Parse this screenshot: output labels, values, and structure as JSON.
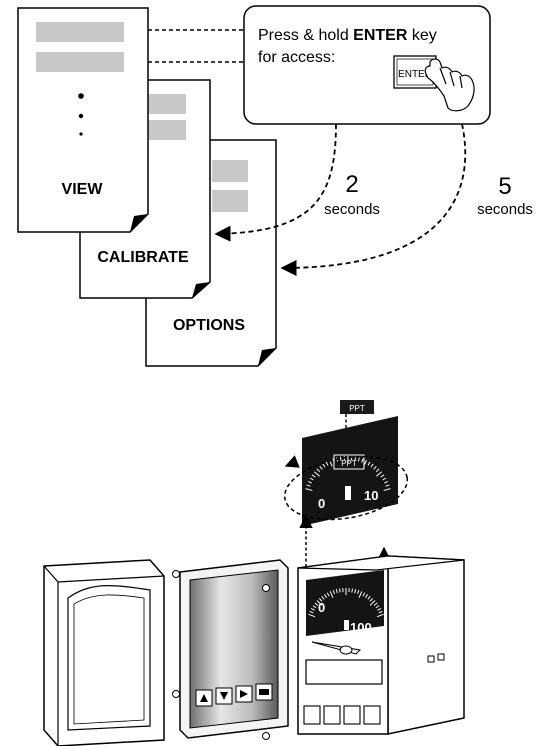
{
  "callout": {
    "line1_prefix": "Press & hold ",
    "line1_key": "ENTER",
    "line1_suffix": " key",
    "line2": "for access:",
    "key_label": "ENTER"
  },
  "pages": {
    "view": "VIEW",
    "calibrate": "CALIBRATE",
    "options": "OPTIONS"
  },
  "timings": {
    "short_value": "2",
    "short_unit": "seconds",
    "long_value": "5",
    "long_unit": "seconds"
  },
  "dial_label_flag": "PPT",
  "dial_label_inner": "PPT",
  "dial_upper": {
    "min": "0",
    "max": "10"
  },
  "dial_lower": {
    "min": "0",
    "max": "100"
  },
  "keypad_icons": [
    "up-arrow-icon",
    "down-arrow-icon",
    "right-arrow-icon",
    "enter-key-icon"
  ]
}
